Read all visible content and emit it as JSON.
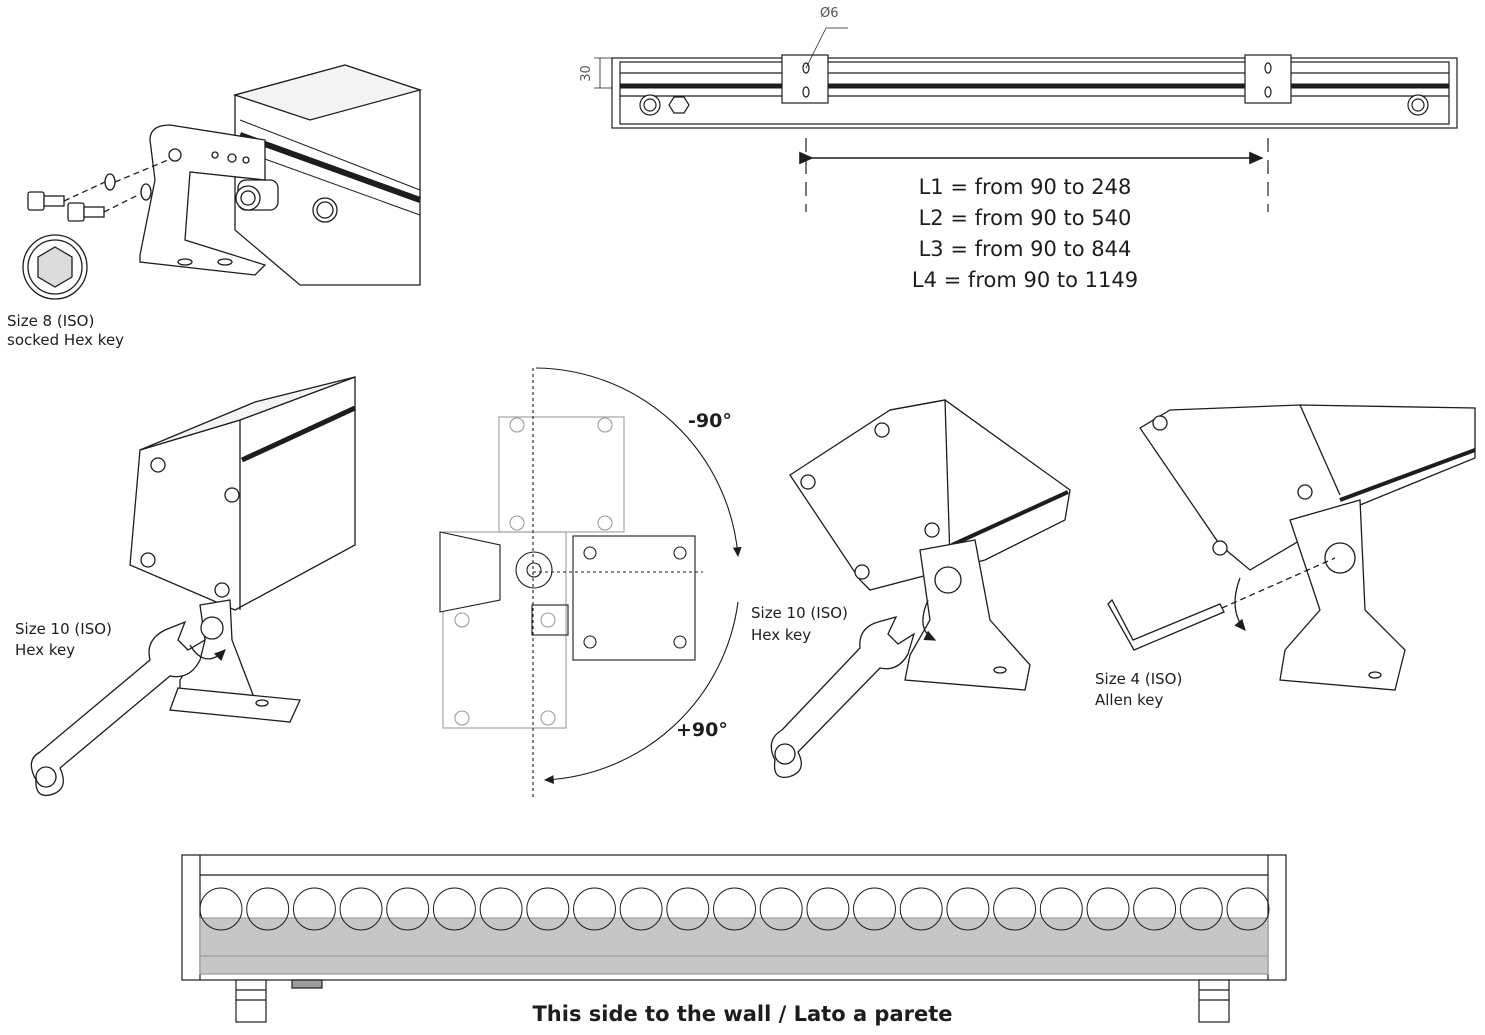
{
  "top_right": {
    "hole_label": "Ø6",
    "height_label": "30",
    "lengths": [
      "L1 = from 90 to 248",
      "L2 = from 90 to 540",
      "L3 = from 90 to 844",
      "L4 = from 90 to 1149"
    ]
  },
  "top_left": {
    "tool_line1": "Size 8 (ISO)",
    "tool_line2": "socked Hex key"
  },
  "middle": {
    "wrench_left_line1": "Size 10 (ISO)",
    "wrench_left_line2": "Hex key",
    "angle_minus": "-90°",
    "angle_plus": "+90°",
    "wrench_right_line1": "Size 10 (ISO)",
    "wrench_right_line2": "Hex key",
    "allen_line1": "Size 4 (ISO)",
    "allen_line2": "Allen key"
  },
  "bottom": {
    "caption": "This side to the wall / Lato a parete"
  },
  "colors": {
    "line": "#1d1d1b",
    "grey_fill": "#c6c6c6",
    "light_grey": "#9d9d9c"
  },
  "icons": [
    "hex-socket-icon",
    "wrench-icon",
    "allen-key-icon",
    "rotation-arrow-icon"
  ]
}
